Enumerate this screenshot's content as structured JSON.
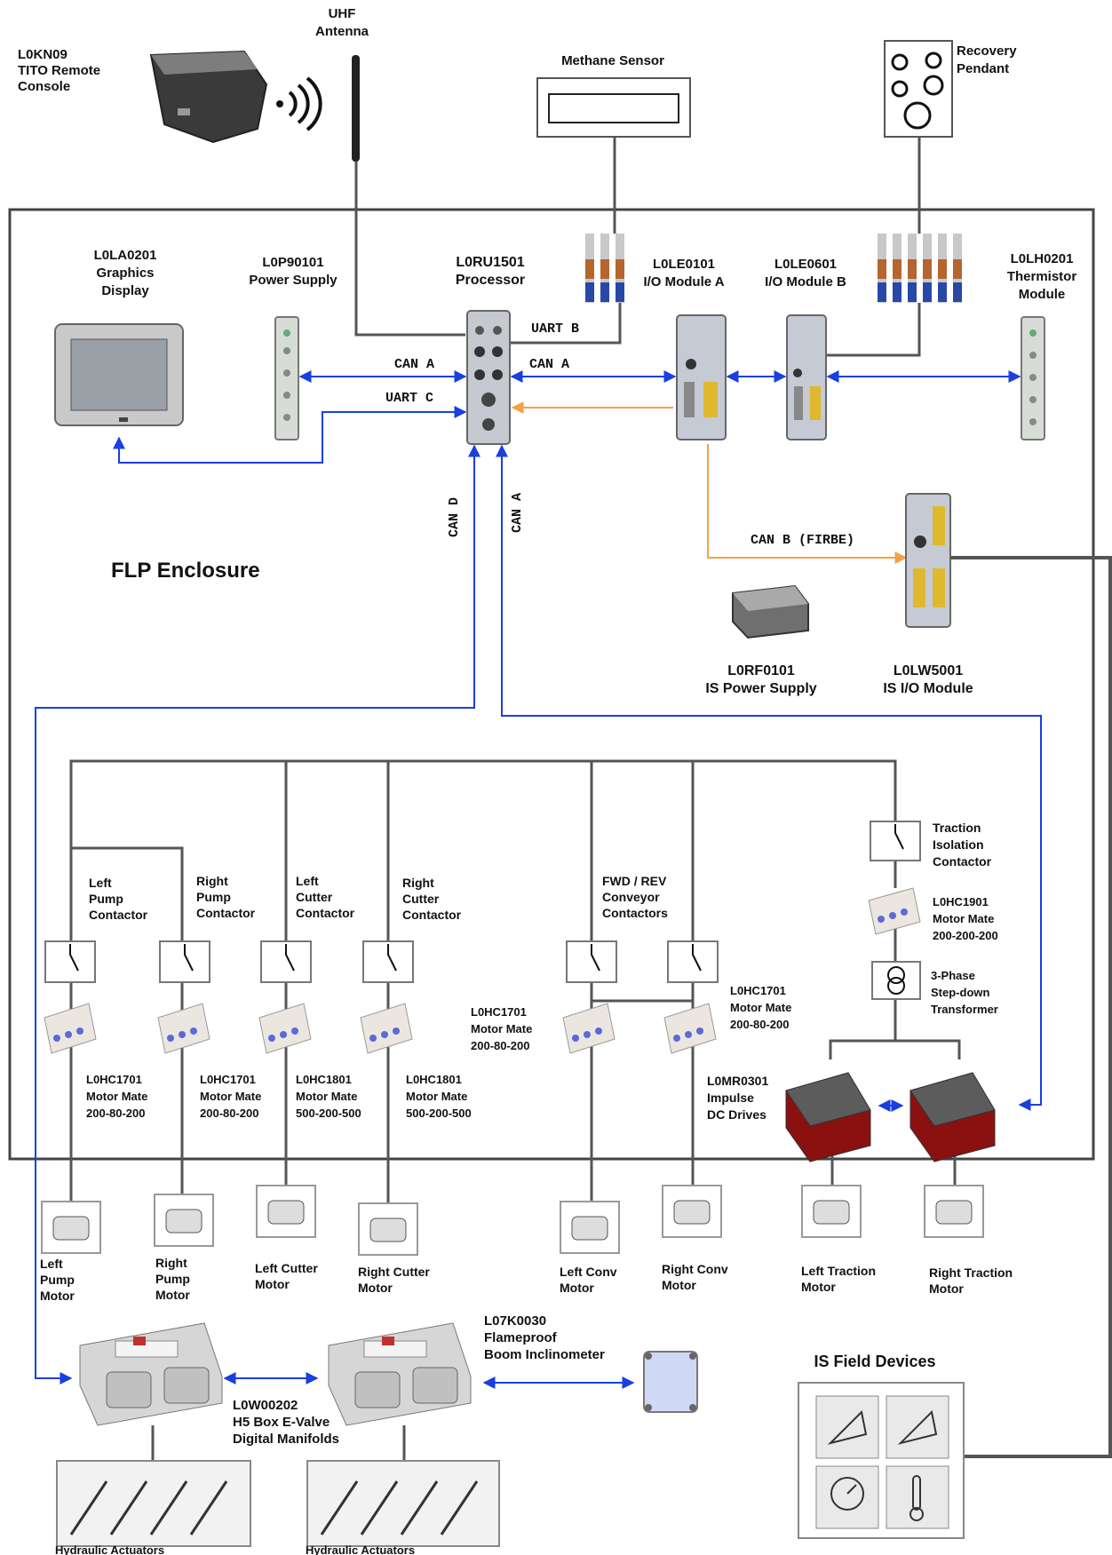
{
  "external": {
    "tito": [
      "L0KN09",
      "TITO Remote",
      "Console"
    ],
    "antenna": [
      "UHF",
      "Antenna"
    ],
    "methane": "Methane Sensor",
    "pendant": [
      "Recovery",
      "Pendant"
    ]
  },
  "enclosure": {
    "title": "FLP Enclosure"
  },
  "modules": {
    "display": [
      "L0LA0201",
      "Graphics",
      "Display"
    ],
    "power": [
      "L0P90101",
      "Power Supply"
    ],
    "processor": [
      "L0RU1501",
      "Processor"
    ],
    "io_a": [
      "L0LE0101",
      "I/O Module A"
    ],
    "io_b": [
      "L0LE0601",
      "I/O Module B"
    ],
    "thermistor": [
      "L0LH0201",
      "Thermistor",
      "Module"
    ],
    "is_power": [
      "L0RF0101",
      "IS Power Supply"
    ],
    "is_io": [
      "L0LW5001",
      "IS I/O Module"
    ]
  },
  "buses": {
    "can_a_left": "CAN A",
    "uart_c": "UART C",
    "uart_b": "UART B",
    "can_a_right": "CAN A",
    "can_d": "CAN D",
    "can_a_down": "CAN A",
    "can_b": "CAN B (FIRBE)"
  },
  "contactors": {
    "left_pump": [
      "Left",
      "Pump",
      "Contactor"
    ],
    "right_pump": [
      "Right",
      "Pump",
      "Contactor"
    ],
    "left_cutter": [
      "Left",
      "Cutter",
      "Contactor"
    ],
    "right_cutter": [
      "Right",
      "Cutter",
      "Contactor"
    ],
    "conveyor": [
      "FWD / REV",
      "Conveyor",
      "Contactors"
    ],
    "traction": [
      "Traction",
      "Isolation",
      "Contactor"
    ]
  },
  "motor_mates": {
    "mm1": [
      "L0HC1701",
      "Motor Mate",
      "200-80-200"
    ],
    "mm2": [
      "L0HC1701",
      "Motor Mate",
      "200-80-200"
    ],
    "mm3": [
      "L0HC1801",
      "Motor Mate",
      "500-200-500"
    ],
    "mm4": [
      "L0HC1801",
      "Motor Mate",
      "500-200-500"
    ],
    "mm5": [
      "L0HC1701",
      "Motor Mate",
      "200-80-200"
    ],
    "mm6": [
      "L0HC1701",
      "Motor Mate",
      "200-80-200"
    ],
    "mm7": [
      "L0HC1901",
      "Motor Mate",
      "200-200-200"
    ]
  },
  "transformer": [
    "3-Phase",
    "Step-down",
    "Transformer"
  ],
  "drives": [
    "L0MR0301",
    "Impulse",
    "DC Drives"
  ],
  "motors": {
    "left_pump": [
      "Left",
      "Pump",
      "Motor"
    ],
    "right_pump": [
      "Right",
      "Pump",
      "Motor"
    ],
    "left_cutter": [
      "Left Cutter",
      "Motor"
    ],
    "right_cutter": [
      "Right Cutter",
      "Motor"
    ],
    "left_conv": [
      "Left Conv",
      "Motor"
    ],
    "right_conv": [
      "Right Conv",
      "Motor"
    ],
    "left_traction": [
      "Left Traction",
      "Motor"
    ],
    "right_traction": [
      "Right Traction",
      "Motor"
    ]
  },
  "hydraulics": {
    "manifold": [
      "L0W00202",
      "H5 Box E-Valve",
      "Digital Manifolds"
    ],
    "inclinometer": [
      "L07K0030",
      "Flameproof",
      "Boom Inclinometer"
    ],
    "actuators_left": "Hydraulic Actuators",
    "actuators_right": "Hydraulic Actuators"
  },
  "field": {
    "title": "IS Field Devices"
  },
  "colors": {
    "can": "#1a3fe0",
    "firbe": "#f5a04a",
    "power": "#555555",
    "enclosure": "#444444"
  }
}
